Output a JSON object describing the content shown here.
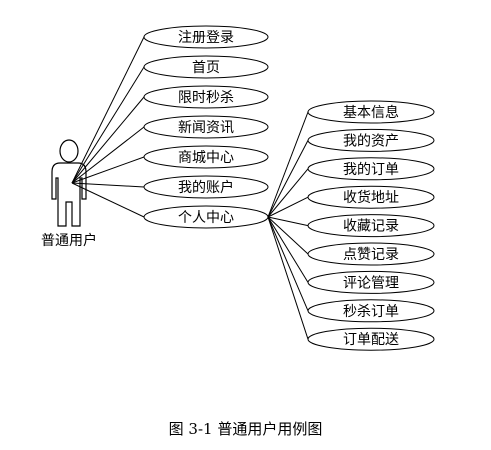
{
  "actor": {
    "name": "普通用户"
  },
  "primary_use_cases": [
    "注册登录",
    "首页",
    "限时秒杀",
    "新闻资讯",
    "商城中心",
    "我的账户",
    "个人中心"
  ],
  "sub_use_cases": [
    "基本信息",
    "我的资产",
    "我的订单",
    "收货地址",
    "收藏记录",
    "点赞记录",
    "评论管理",
    "秒杀订单",
    "订单配送"
  ],
  "caption": "图 3-1  普通用户用例图"
}
